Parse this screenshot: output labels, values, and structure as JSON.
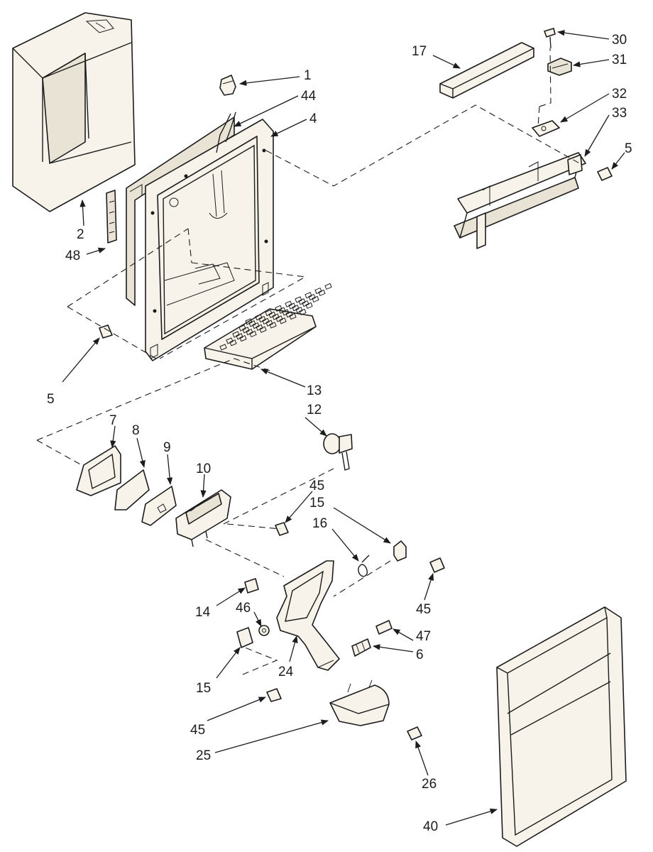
{
  "callouts": {
    "c1": "1",
    "c2": "2",
    "c4": "4",
    "c5a": "5",
    "c5b": "5",
    "c6": "6",
    "c7": "7",
    "c8": "8",
    "c9": "9",
    "c10": "10",
    "c12": "12",
    "c13": "13",
    "c14": "14",
    "c15a": "15",
    "c15b": "15",
    "c16": "16",
    "c17": "17",
    "c24": "24",
    "c25": "25",
    "c26": "26",
    "c30": "30",
    "c31": "31",
    "c32": "32",
    "c33": "33",
    "c40": "40",
    "c44": "44",
    "c45a": "45",
    "c45b": "45",
    "c45c": "45",
    "c46": "46",
    "c47": "47",
    "c48": "48"
  },
  "colors": {
    "ink": "#1c1c1c",
    "paper": "#f7f3ea",
    "background": "#ffffff"
  }
}
